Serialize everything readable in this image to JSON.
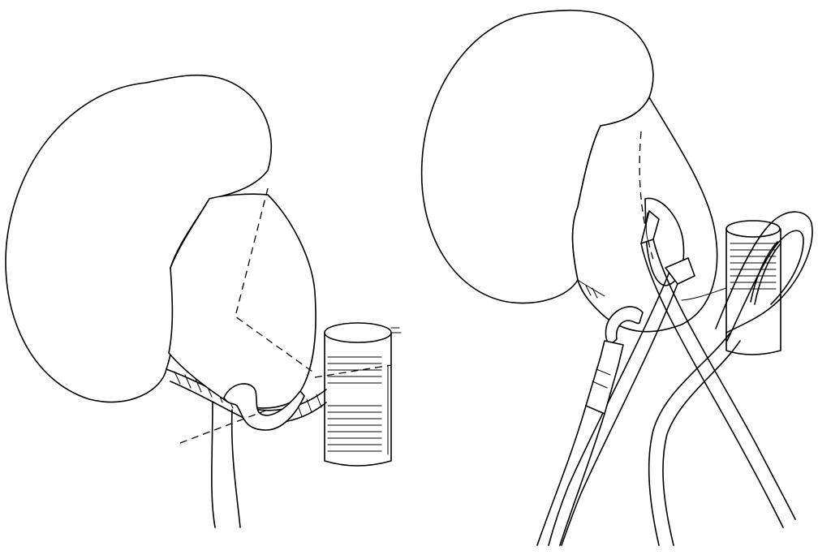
{
  "illustration": {
    "left_panel": {
      "objects": [
        "kidney",
        "renal-hilum",
        "ureter",
        "vena-cava-segment",
        "renal-vein-hook",
        "incision-lines"
      ]
    },
    "right_panel": {
      "objects": [
        "kidney",
        "renal-hilum",
        "vena-cava-segment",
        "vessel-loop",
        "forceps",
        "clamp",
        "drain-tube"
      ]
    },
    "colors": {
      "ink": "#000000",
      "background": "#ffffff"
    }
  }
}
